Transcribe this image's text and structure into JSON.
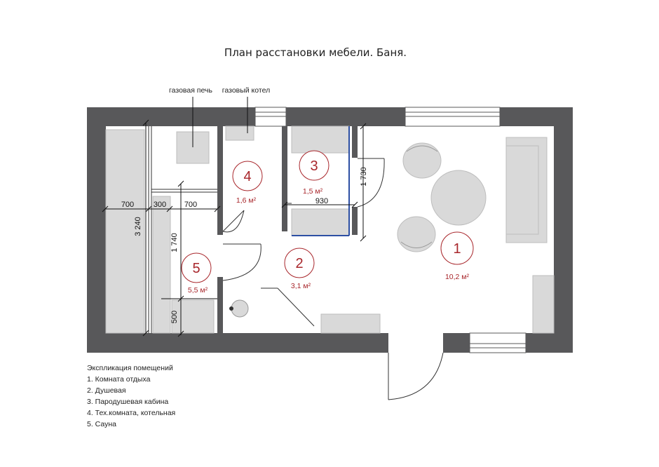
{
  "title": "План расстановки мебели. Баня.",
  "labels": {
    "gas_stove": "газовая печь",
    "gas_boiler": "газовый котел"
  },
  "dimensions": {
    "d700_left": "700",
    "d300": "300",
    "d700_right": "700",
    "d3240": "3 240",
    "d1740": "1 740",
    "d500": "500",
    "d930": "930",
    "d1730": "1 730"
  },
  "rooms": [
    {
      "number": "1",
      "area": "10,2 м²"
    },
    {
      "number": "2",
      "area": "3,1 м²"
    },
    {
      "number": "3",
      "area": "1,5 м²"
    },
    {
      "number": "4",
      "area": "1,6 м²"
    },
    {
      "number": "5",
      "area": "5,5 м²"
    }
  ],
  "legend": {
    "heading": "Экспликация помещений",
    "items": [
      "1. Комната отдыха",
      "2. Душевая",
      "3. Пародушевая кабина",
      "4. Тех.комната, котельная",
      "5. Сауна"
    ]
  },
  "colors": {
    "wall": "#58585a",
    "furniture": "#d9d9d9",
    "room_number": "#a8262b",
    "shower_edge": "#2d4fa3"
  }
}
